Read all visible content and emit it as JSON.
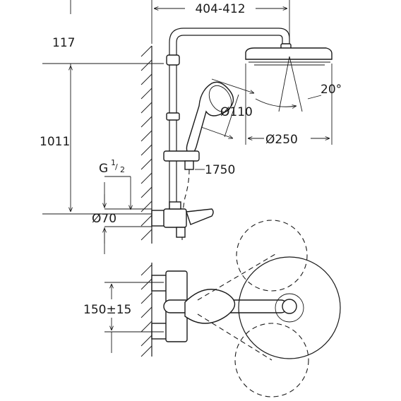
{
  "dimensions": {
    "arm_length": "404-412",
    "top_offset": "117",
    "total_height": "1011",
    "thread": "G",
    "thread_num": "1",
    "thread_den": "2",
    "hand_shower_dia": "Ø110",
    "head_shower_dia": "Ø250",
    "tilt_angle": "20°",
    "hose_length": "1750",
    "wall_distance": "Ø70",
    "center_distance": "150±15"
  }
}
